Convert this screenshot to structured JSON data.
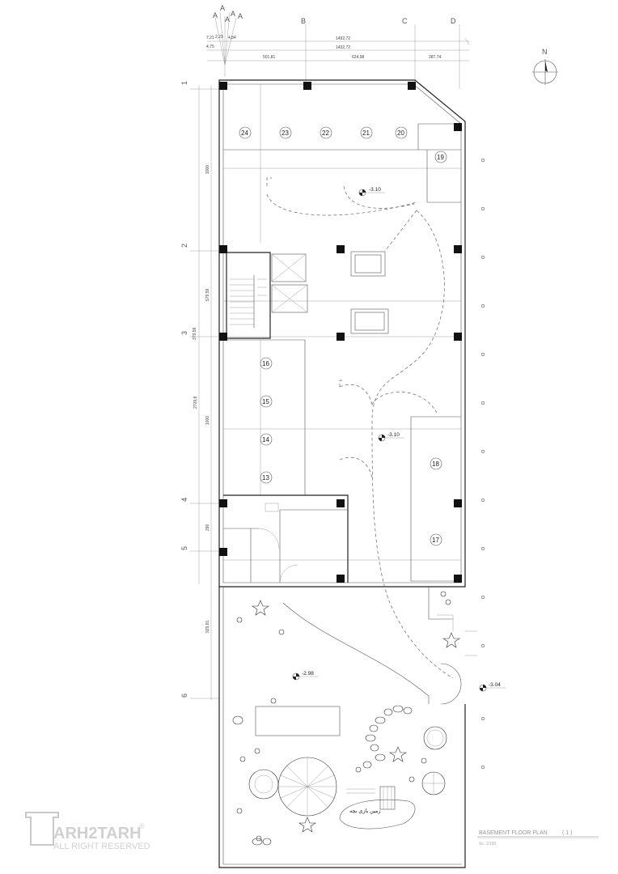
{
  "grid_columns": [
    {
      "id": "col-a-1",
      "label": "A"
    },
    {
      "id": "col-a-2",
      "label": "A"
    },
    {
      "id": "col-a-3",
      "label": "A"
    },
    {
      "id": "col-a-4",
      "label": "A"
    },
    {
      "id": "col-a-5",
      "label": "A"
    },
    {
      "id": "col-b",
      "label": "B"
    },
    {
      "id": "col-c",
      "label": "C"
    },
    {
      "id": "col-d",
      "label": "D"
    }
  ],
  "grid_rows": [
    "1",
    "2",
    "3",
    "4",
    "5",
    "6"
  ],
  "top_dimensions": {
    "small": [
      "7,21",
      "2,23",
      "4,84",
      "4,75"
    ],
    "overall_1": "1492,72",
    "overall_2": "1432,72",
    "segment_1": "501,81",
    "segment_2": "624,98",
    "segment_3": "287,74"
  },
  "left_dimensions": [
    "1000",
    "579,59",
    "379,59",
    "2709,8",
    "1000",
    "290",
    "929,81"
  ],
  "parking_stalls": [
    "24",
    "23",
    "22",
    "21",
    "20",
    "19",
    "16",
    "15",
    "14",
    "13",
    "18",
    "17"
  ],
  "level_marks": [
    "-3.10",
    "-3.10",
    "-2.98",
    "-3.04"
  ],
  "compass_label": "N",
  "garden_label": "زمین بازی بچه",
  "drawing_title": "BASEMENT FLOOR PLAN",
  "drawing_scale": "( 1 )",
  "drawing_subtitle": "Sc. 1/100",
  "watermark": {
    "brand": "ARH2TARH",
    "registered": "®",
    "rights": "ALL RIGHT RESERVED"
  }
}
